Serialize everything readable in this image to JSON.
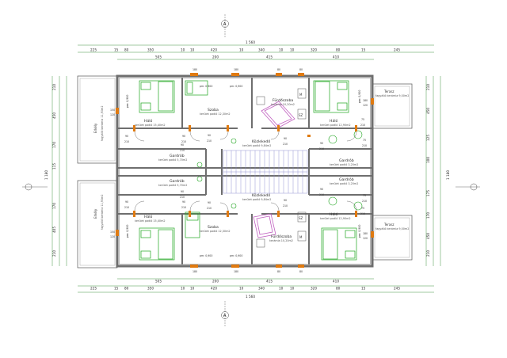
{
  "section_marker": "A",
  "overall_width": "1 560",
  "overall_depth": "1 180",
  "top_dims_outer": [
    "225",
    "15",
    "80",
    "350",
    "10",
    "10",
    "420",
    "10",
    "340",
    "10",
    "10",
    "320",
    "80",
    "15",
    "245"
  ],
  "top_dims_inner": [
    "505",
    "200",
    "415",
    "410"
  ],
  "bottom_dims_inner": [
    "505",
    "200",
    "415",
    "410"
  ],
  "bottom_dims_outer": [
    "225",
    "15",
    "80",
    "350",
    "10",
    "10",
    "420",
    "10",
    "340",
    "10",
    "10",
    "320",
    "80",
    "15",
    "245"
  ],
  "left_dims": [
    "210",
    "450",
    "170",
    "115",
    "170",
    "405",
    "210"
  ],
  "right_dims": [
    "210",
    "450",
    "125",
    "100",
    "175",
    "170",
    "450",
    "210"
  ],
  "rooms": {
    "halo_top": {
      "name": "Háló",
      "area": "kerület padló 15,40m2"
    },
    "szoba_top": {
      "name": "Szoba",
      "area": "kerület padló 12,30m2"
    },
    "furdo_top": {
      "name": "Fürdőszoba",
      "area": "kerámia 10,20m2"
    },
    "halo_top_right": {
      "name": "Háló",
      "area": "kerület padló 12,90m2"
    },
    "kozlekedo_top": {
      "name": "Közlekedő",
      "area": "kerület padló 9,84m2"
    },
    "gardrob_top": {
      "name": "Gardrób",
      "area": "kerület padló 5,70m2"
    },
    "gardrob_top_right": {
      "name": "Gardrób",
      "area": "kerület padló 3,20m2"
    },
    "terasz_top": {
      "name": "Terasz",
      "area": "fagyálló kerámia 9,00m2"
    },
    "erkely_top": {
      "name": "Erkély",
      "area": "fagyálló kerámia 11,90m2"
    },
    "halo_bottom": {
      "name": "Háló",
      "area": "kerület padló 15,40m2"
    },
    "szoba_bottom": {
      "name": "Szoba",
      "area": "kerület padló 12,30m2"
    },
    "furdo_bottom": {
      "name": "Fürdőszoba",
      "area": "kerámia 10,20m2"
    },
    "halo_bottom_right": {
      "name": "Háló",
      "area": "kerület padló 12,90m2"
    },
    "kozlekedo_bottom": {
      "name": "Közlekedő",
      "area": "kerület padló 9,84m2"
    },
    "gardrob_bottom": {
      "name": "Gardrób",
      "area": "kerület padló 5,70m2"
    },
    "gardrob_bottom_right": {
      "name": "Gardrób",
      "area": "kerület padló 3,20m2"
    },
    "terasz_bottom": {
      "name": "Terasz",
      "area": "fagyálló kerámia 9,00m2"
    },
    "erkely_bottom": {
      "name": "Erkély",
      "area": "fagyálló kerámia 11,90m2"
    }
  },
  "door_labels": {
    "d90": "90",
    "d210": "210",
    "d75": "75"
  },
  "window_labels": {
    "pm": "pm: 0,900",
    "w150": "150",
    "w120": "120",
    "w180": "180",
    "w80": "80"
  },
  "fixtures": {
    "m": "M",
    "sz": "SZ"
  },
  "colors": {
    "wall": "#6e6e6e",
    "dim_line": "#2e8b2e",
    "furniture": "#1fa51f",
    "door": "#e07a10",
    "bath": "#c060c0",
    "stairs": "#8888cc",
    "hatch": "#999999"
  }
}
